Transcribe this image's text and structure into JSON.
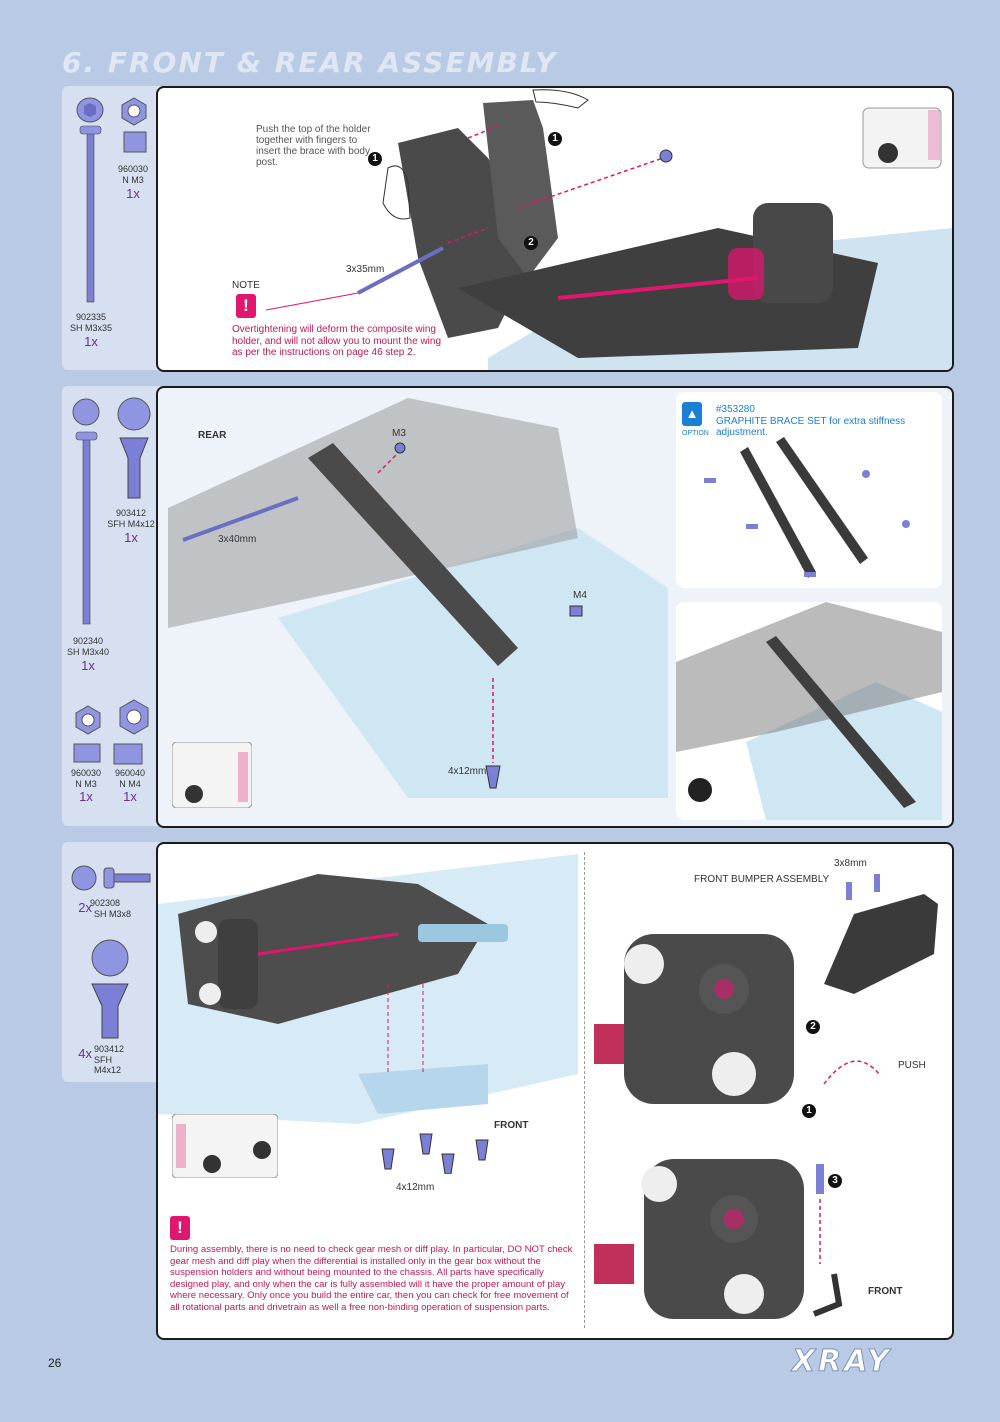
{
  "title": "6. FRONT & REAR ASSEMBLY",
  "page_number": "26",
  "brand_logo": "XRAY",
  "section1": {
    "parts": [
      {
        "code": "902335",
        "name": "SH M3x35",
        "qty": "1x"
      },
      {
        "code": "960030",
        "name": "N M3",
        "qty": "1x"
      }
    ],
    "instruction": "Push the top of the holder together with fingers to insert the brace with body post.",
    "screw_label": "3x35mm",
    "note_label": "NOTE",
    "note_text": "Overtightening will deform the composite wing holder, and will not allow you to mount the wing as per the instructions on page 46 step 2.",
    "step_numbers": [
      "1",
      "1",
      "2"
    ]
  },
  "section2": {
    "parts": [
      {
        "code": "902340",
        "name": "SH M3x40",
        "qty": "1x"
      },
      {
        "code": "903412",
        "name": "SFH M4x12",
        "qty": "1x"
      },
      {
        "code": "960030",
        "name": "N M3",
        "qty": "1x"
      },
      {
        "code": "960040",
        "name": "N M4",
        "qty": "1x"
      }
    ],
    "rear_label": "REAR",
    "labels": [
      "M3",
      "3x40mm",
      "M4",
      "4x12mm"
    ],
    "option_code": "#353280",
    "option_text": "GRAPHITE BRACE SET for extra stiffness adjustment.",
    "option_label": "OPTION"
  },
  "section3": {
    "parts": [
      {
        "code": "902308",
        "name": "SH M3x8",
        "qty": "2x"
      },
      {
        "code": "903412",
        "name": "SFH M4x12",
        "qty": "4x"
      }
    ],
    "front_label": "FRONT",
    "screw_label": "4x12mm",
    "bumper_label": "FRONT BUMPER ASSEMBLY",
    "bumper_screw": "3x8mm",
    "push_label": "PUSH",
    "front_label2": "FRONT",
    "step_numbers": [
      "1",
      "2",
      "3"
    ],
    "warning_text": "During assembly, there is no need to check gear mesh or diff play. In particular, DO NOT check gear mesh and diff play when the differential is installed only in the gear box without the suspension holders and without being mounted to the chassis. All parts have specifically designed play, and only when the car is fully assembled will it have the proper amount of play where necessary. Only once you build the entire car, then you can check for free movement of all rotational parts and drivetrain as well a free non-binding operation of suspension parts."
  },
  "colors": {
    "page_bg": "#b9cbe4",
    "parts_bg": "#d6e0f0",
    "accent": "#e0166f",
    "part": "#7b7fd6",
    "qty": "#6a2f8f"
  }
}
